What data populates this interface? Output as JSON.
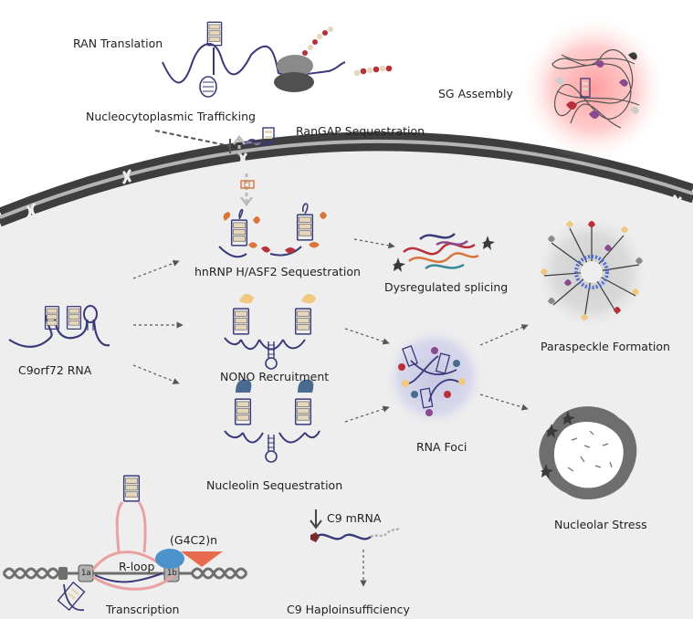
{
  "labels": {
    "ran_translation": "RAN Translation",
    "sg_assembly": "SG Assembly",
    "nucleocytoplasmic_trafficking": "Nucleocytoplasmic Trafficking",
    "rangap_sequestration": "RanGAP Sequestration",
    "hnrnp_sequestration": "hnRNP H/ASF2 Sequestration",
    "dysregulated_splicing": "Dysregulated splicing",
    "paraspeckle_formation": "Paraspeckle Formation",
    "c9orf72_rna": "C9orf72 RNA",
    "nono_recruitment": "NONO Recruitment",
    "rna_foci": "RNA Foci",
    "nucleolin_sequestration": "Nucleolin Sequestration",
    "nucleolar_stress": "Nucleolar Stress",
    "g4c2n": "(G4C2)n",
    "c9_mrna": "C9 mRNA",
    "r_loop": "R-loop",
    "exon_1a": "1a",
    "exon_1b": "1b",
    "transcription": "Transcription",
    "c9_haploinsufficiency": "C9 Haploinsufficiency"
  },
  "colors": {
    "rna_strand": "#3a3a7a",
    "quadruplex_fill": "#e6d6bc",
    "dipeptide_red": "#b8303a",
    "orange_protein": "#d9753a",
    "nono_cream": "#f0c882",
    "nucleolin_blue": "#4a6a92",
    "ribosome_grey": "#6e6e6e",
    "stress_granule_glow": "#ff6060",
    "nuclear_envelope": "#4a4a4a",
    "nucleus_fill": "#eeeeee",
    "r_loop_pink": "#e8a2a2",
    "rnap_blue": "#4c92cc",
    "g4c2_triangle": "#e86a4e"
  }
}
